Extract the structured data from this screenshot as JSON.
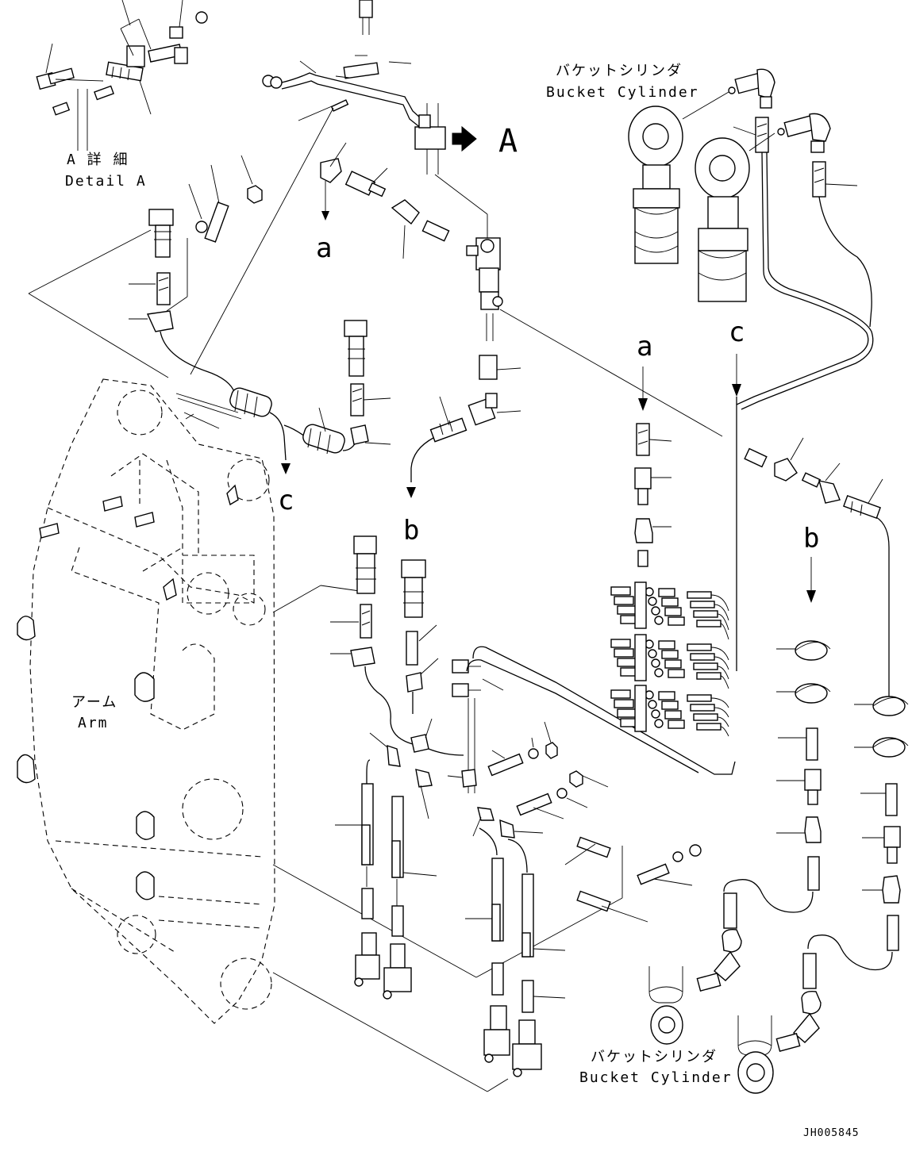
{
  "labels": {
    "detail_jp": "A 詳 細",
    "detail_en": "Detail A",
    "view_arrow": "A",
    "bucket_top_jp": "バケットシリンダ",
    "bucket_top_en": "Bucket Cylinder",
    "bucket_bottom_jp": "バケットシリンダ",
    "bucket_bottom_en": "Bucket Cylinder",
    "arm_jp": "アーム",
    "arm_en": "Arm",
    "drawing_code": "JH005845"
  },
  "connectors": {
    "a_upper": "a",
    "a_right": "a",
    "b_mid": "b",
    "b_right": "b",
    "c_left": "c",
    "c_right": "c"
  }
}
